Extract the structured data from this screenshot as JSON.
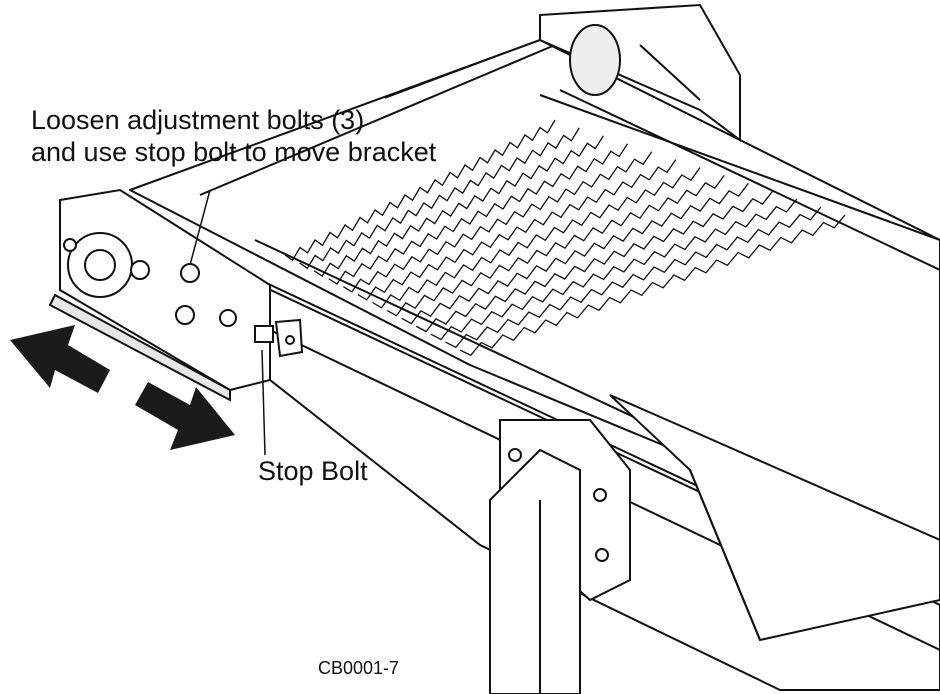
{
  "figure": {
    "callout_line1": "Loosen adjustment bolts (3)",
    "callout_line2": "and use stop bolt to move bracket",
    "stop_bolt_label": "Stop Bolt",
    "figure_code": "CB0001-7"
  },
  "colors": {
    "line": "#111111",
    "belt_fill": "#f2f2f2",
    "arrow_fill": "#1a1a1a",
    "background": "#ffffff"
  }
}
